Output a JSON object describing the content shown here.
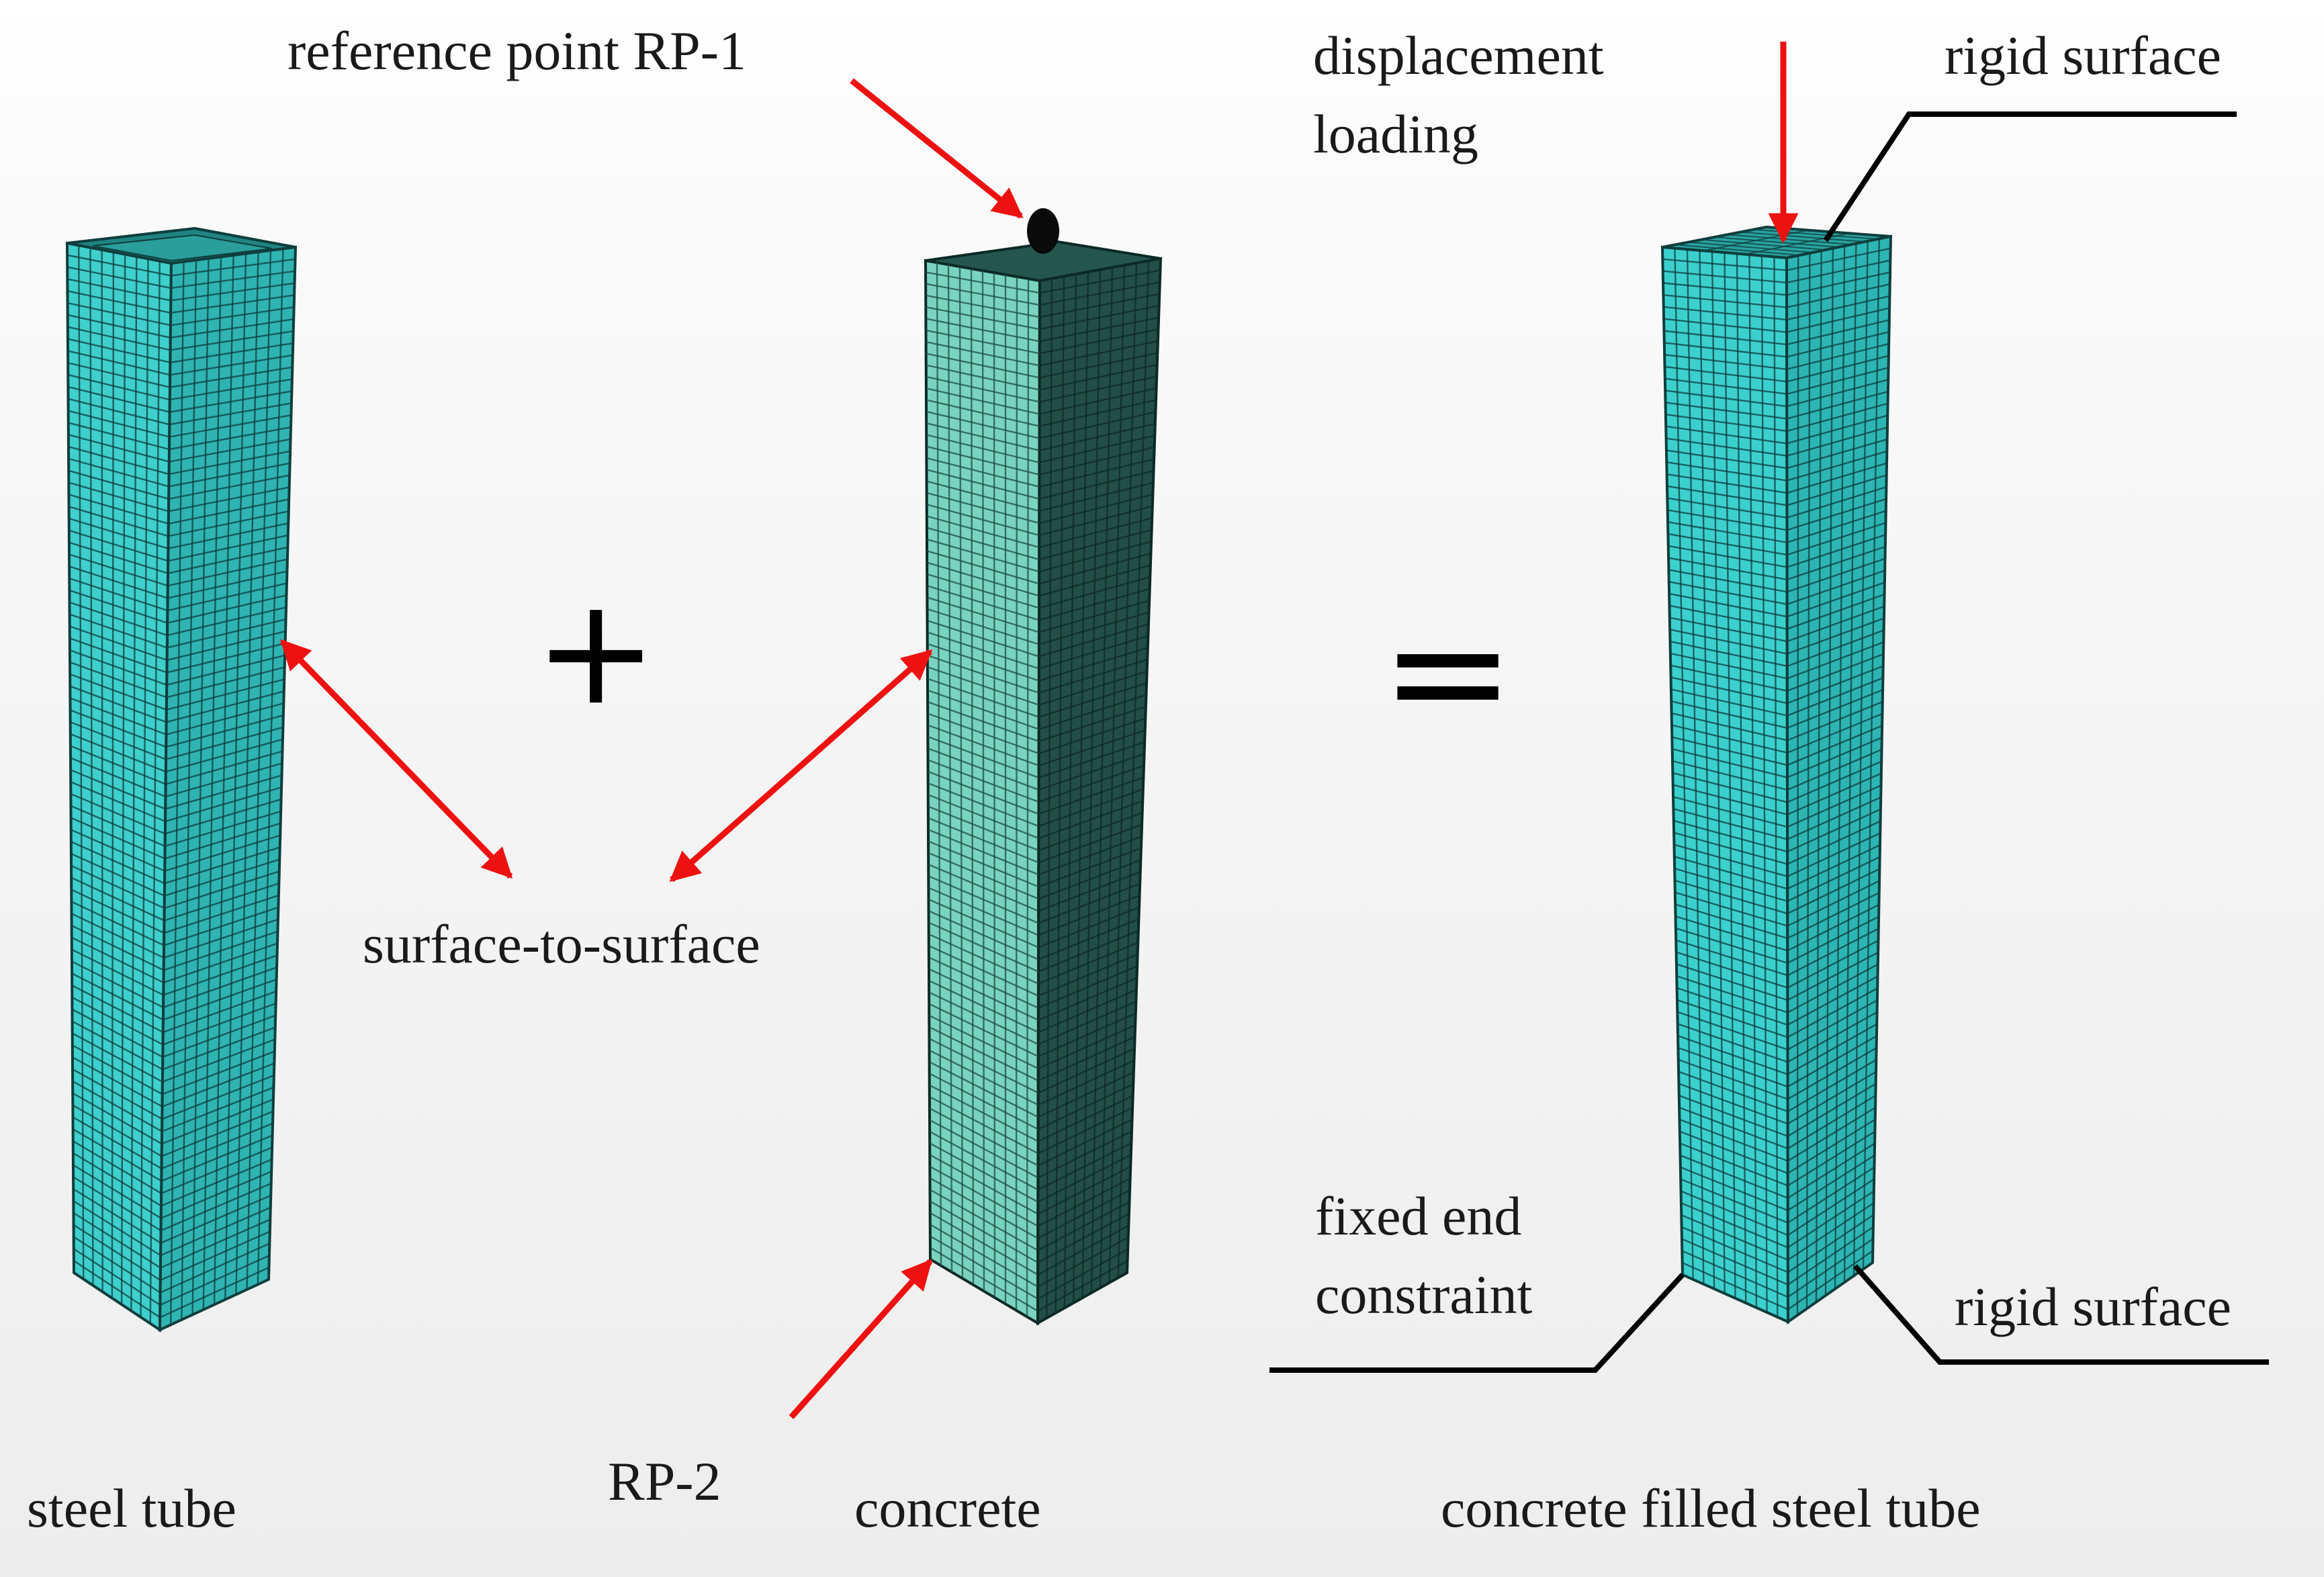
{
  "labels": {
    "reference_point": "reference point RP-1",
    "displacement_line1": "displacement",
    "displacement_line2": "loading",
    "rigid_surface_top": "rigid surface",
    "surface_to_surface": "surface-to-surface",
    "fixed_end_line1": "fixed end",
    "fixed_end_line2": "constraint",
    "rigid_surface_bottom": "rigid surface",
    "steel_tube": "steel tube",
    "rp2": "RP-2",
    "concrete": "concrete",
    "cfst": "concrete filled steel tube",
    "plus": "+",
    "equals": "="
  },
  "colors": {
    "steel_front": "#3FCFCC",
    "steel_side": "#2FB4B2",
    "steel_top": "#238C8A",
    "concrete_front": "#7AD3C0",
    "concrete_side": "#224E46",
    "concrete_top": "#25564D",
    "cfst_front": "#3CD0CD",
    "cfst_side": "#2DB5B3",
    "cfst_top": "#2AA3A1",
    "mesh_line": "#0E3E3D",
    "arrow": "#EE1111",
    "leader": "#000000"
  }
}
